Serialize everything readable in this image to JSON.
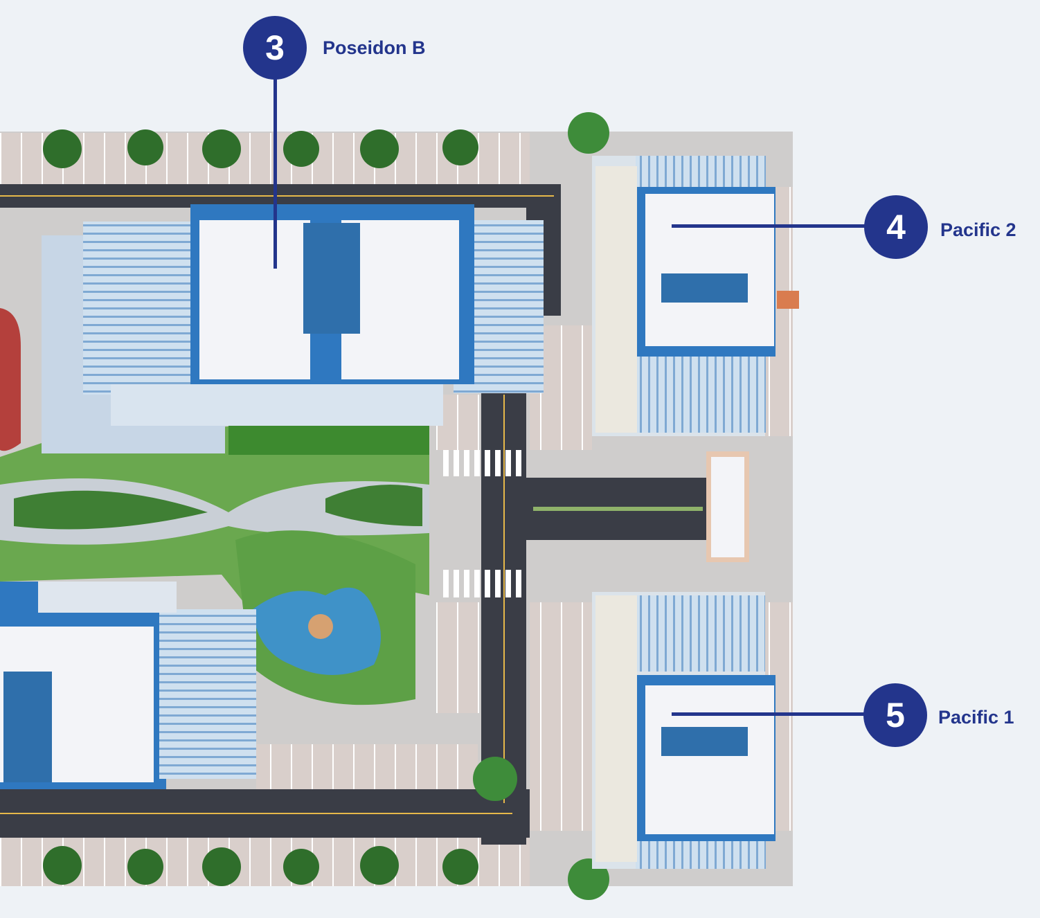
{
  "markers": [
    {
      "number": "3",
      "label": "Poseidon B"
    },
    {
      "number": "4",
      "label": "Pacific 2"
    },
    {
      "number": "5",
      "label": "Pacific 1"
    }
  ],
  "colors": {
    "marker_fill": "#23358c",
    "roof": "#f3f4f8",
    "roof_accent": "#2f78c0",
    "road": "#3a3d46",
    "lawn": "#4e9a3a",
    "water": "#3f92c8",
    "track": "#b4403c",
    "paving": "#d8cfca"
  }
}
